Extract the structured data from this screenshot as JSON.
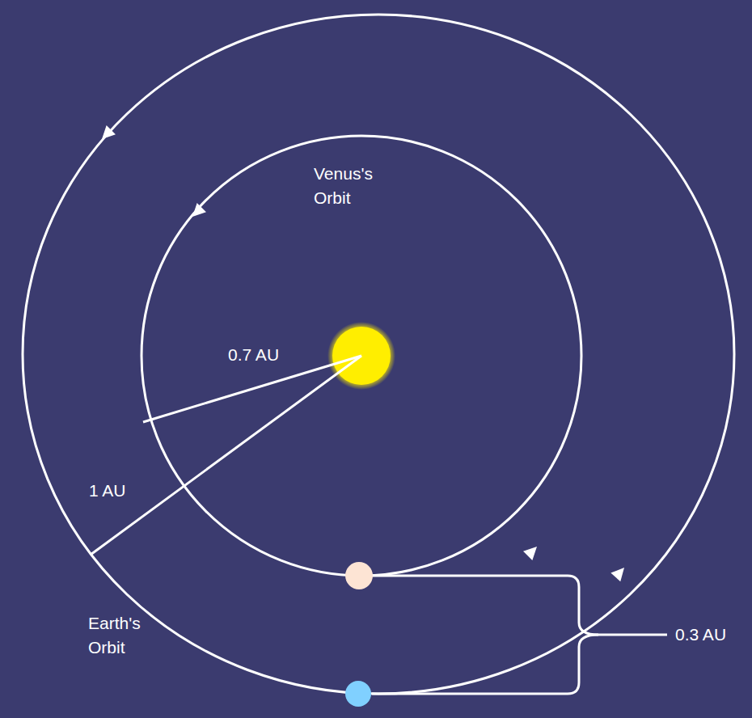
{
  "diagram": {
    "labels": [
      "Venus's Orbit",
      "0.7 AU",
      "1 AU",
      "Earth's Orbit",
      "0.3 AU"
    ]
  }
}
